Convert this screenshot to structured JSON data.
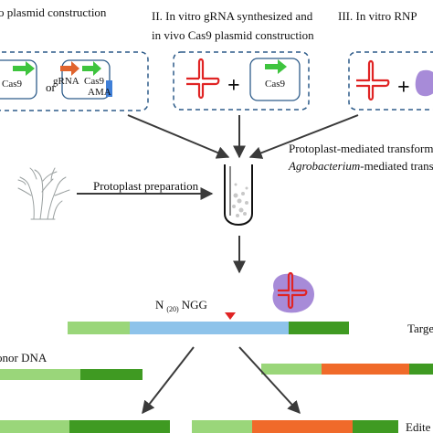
{
  "colors": {
    "box_border": "#2e5c8a",
    "arrow": "#3a3a3a",
    "guide_rna": "#e02424",
    "cas9_arrow": "#3ec43e",
    "grna_arrow": "#e0642e",
    "ama_block": "#3f7fd8",
    "protein": "#a78bd8",
    "cut_marker": "#e02424",
    "seq_light_green": "#9ad67a",
    "seq_dark_green": "#3f9a22",
    "seq_blue": "#8ec3ea",
    "seq_orange": "#f06a2a",
    "fungus": "#9aa0a0"
  },
  "panels": {
    "p1": {
      "title": "o plasmid construction",
      "plasmid1_gene": "Cas9",
      "or": "or",
      "plasmid2_grna": "gRNA",
      "plasmid2_cas9": "Cas9",
      "ama": "AMA"
    },
    "p2": {
      "title_line1": "II. In vitro gRNA synthesized and",
      "title_line2": "in vivo Cas9 plasmid construction",
      "plus": "+",
      "gene": "Cas9"
    },
    "p3": {
      "title": "III. In vitro RNP",
      "plus": "+"
    }
  },
  "labels": {
    "protoplast_prep": "Protoplast preparation",
    "transform_line1": "Protoplast-mediated transform",
    "transform_line2_italic": "Agrobacterium",
    "transform_line2_rest": "-mediated trans",
    "n_prefix": "N",
    "n_sub": "(20)",
    "ngg": "NGG",
    "target": "Targe",
    "donor": "onor DNA",
    "edited": "Edite"
  }
}
